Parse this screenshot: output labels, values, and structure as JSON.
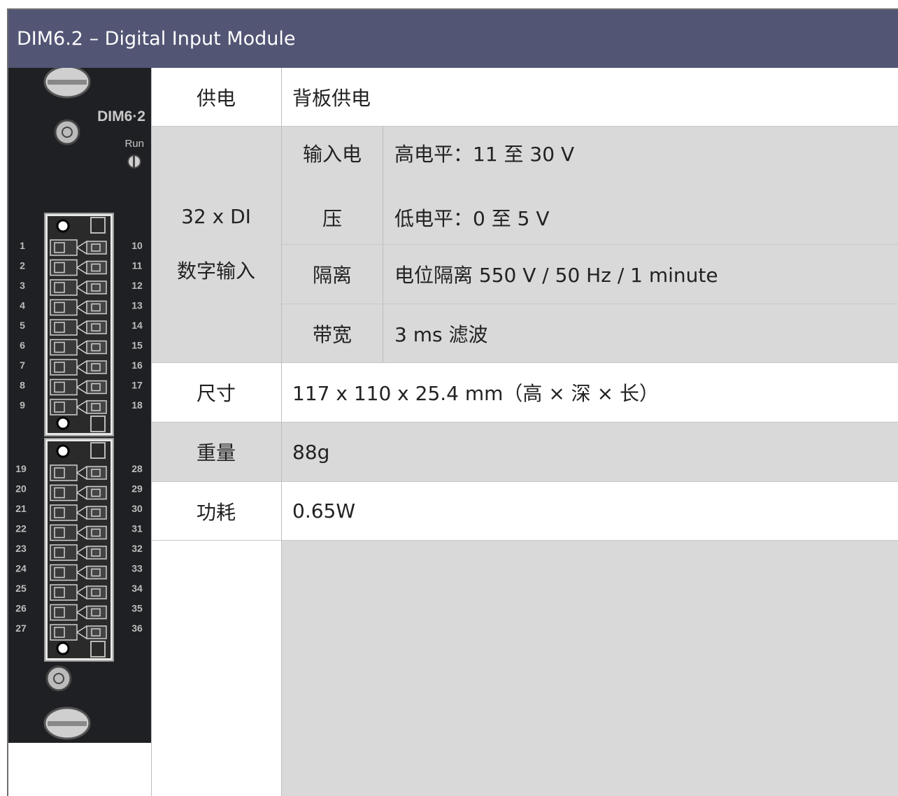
{
  "title": "DIM6.2 – Digital Input Module",
  "module": {
    "model_label": "DIM6·2",
    "run_label": "Run",
    "terminals_top_left": [
      "1",
      "2",
      "3",
      "4",
      "5",
      "6",
      "7",
      "8",
      "9"
    ],
    "terminals_top_right": [
      "10",
      "11",
      "12",
      "13",
      "14",
      "15",
      "16",
      "17",
      "18"
    ],
    "terminals_bottom_left": [
      "19",
      "20",
      "21",
      "22",
      "23",
      "24",
      "25",
      "26",
      "27"
    ],
    "terminals_bottom_right": [
      "28",
      "29",
      "30",
      "31",
      "32",
      "33",
      "34",
      "35",
      "36"
    ]
  },
  "specs": {
    "power": {
      "label": "供电",
      "value": "背板供电"
    },
    "inputs": {
      "label_line1": "32 x DI",
      "label_line2": "数字输入",
      "voltage_label_line1": "输入电",
      "voltage_label_line2": "压",
      "voltage_high": "高电平：11 至 30 V",
      "voltage_low": "低电平：0 至 5 V",
      "isolation_label": "隔离",
      "isolation_value": "电位隔离 550 V / 50 Hz / 1 minute",
      "bandwidth_label": "带宽",
      "bandwidth_value": "3 ms 滤波"
    },
    "size": {
      "label": "尺寸",
      "value": "117 x 110 x 25.4 mm（高 × 深 × 长）"
    },
    "weight": {
      "label": "重量",
      "value": "88g"
    },
    "consumption": {
      "label": "功耗",
      "value": "0.65W"
    }
  }
}
